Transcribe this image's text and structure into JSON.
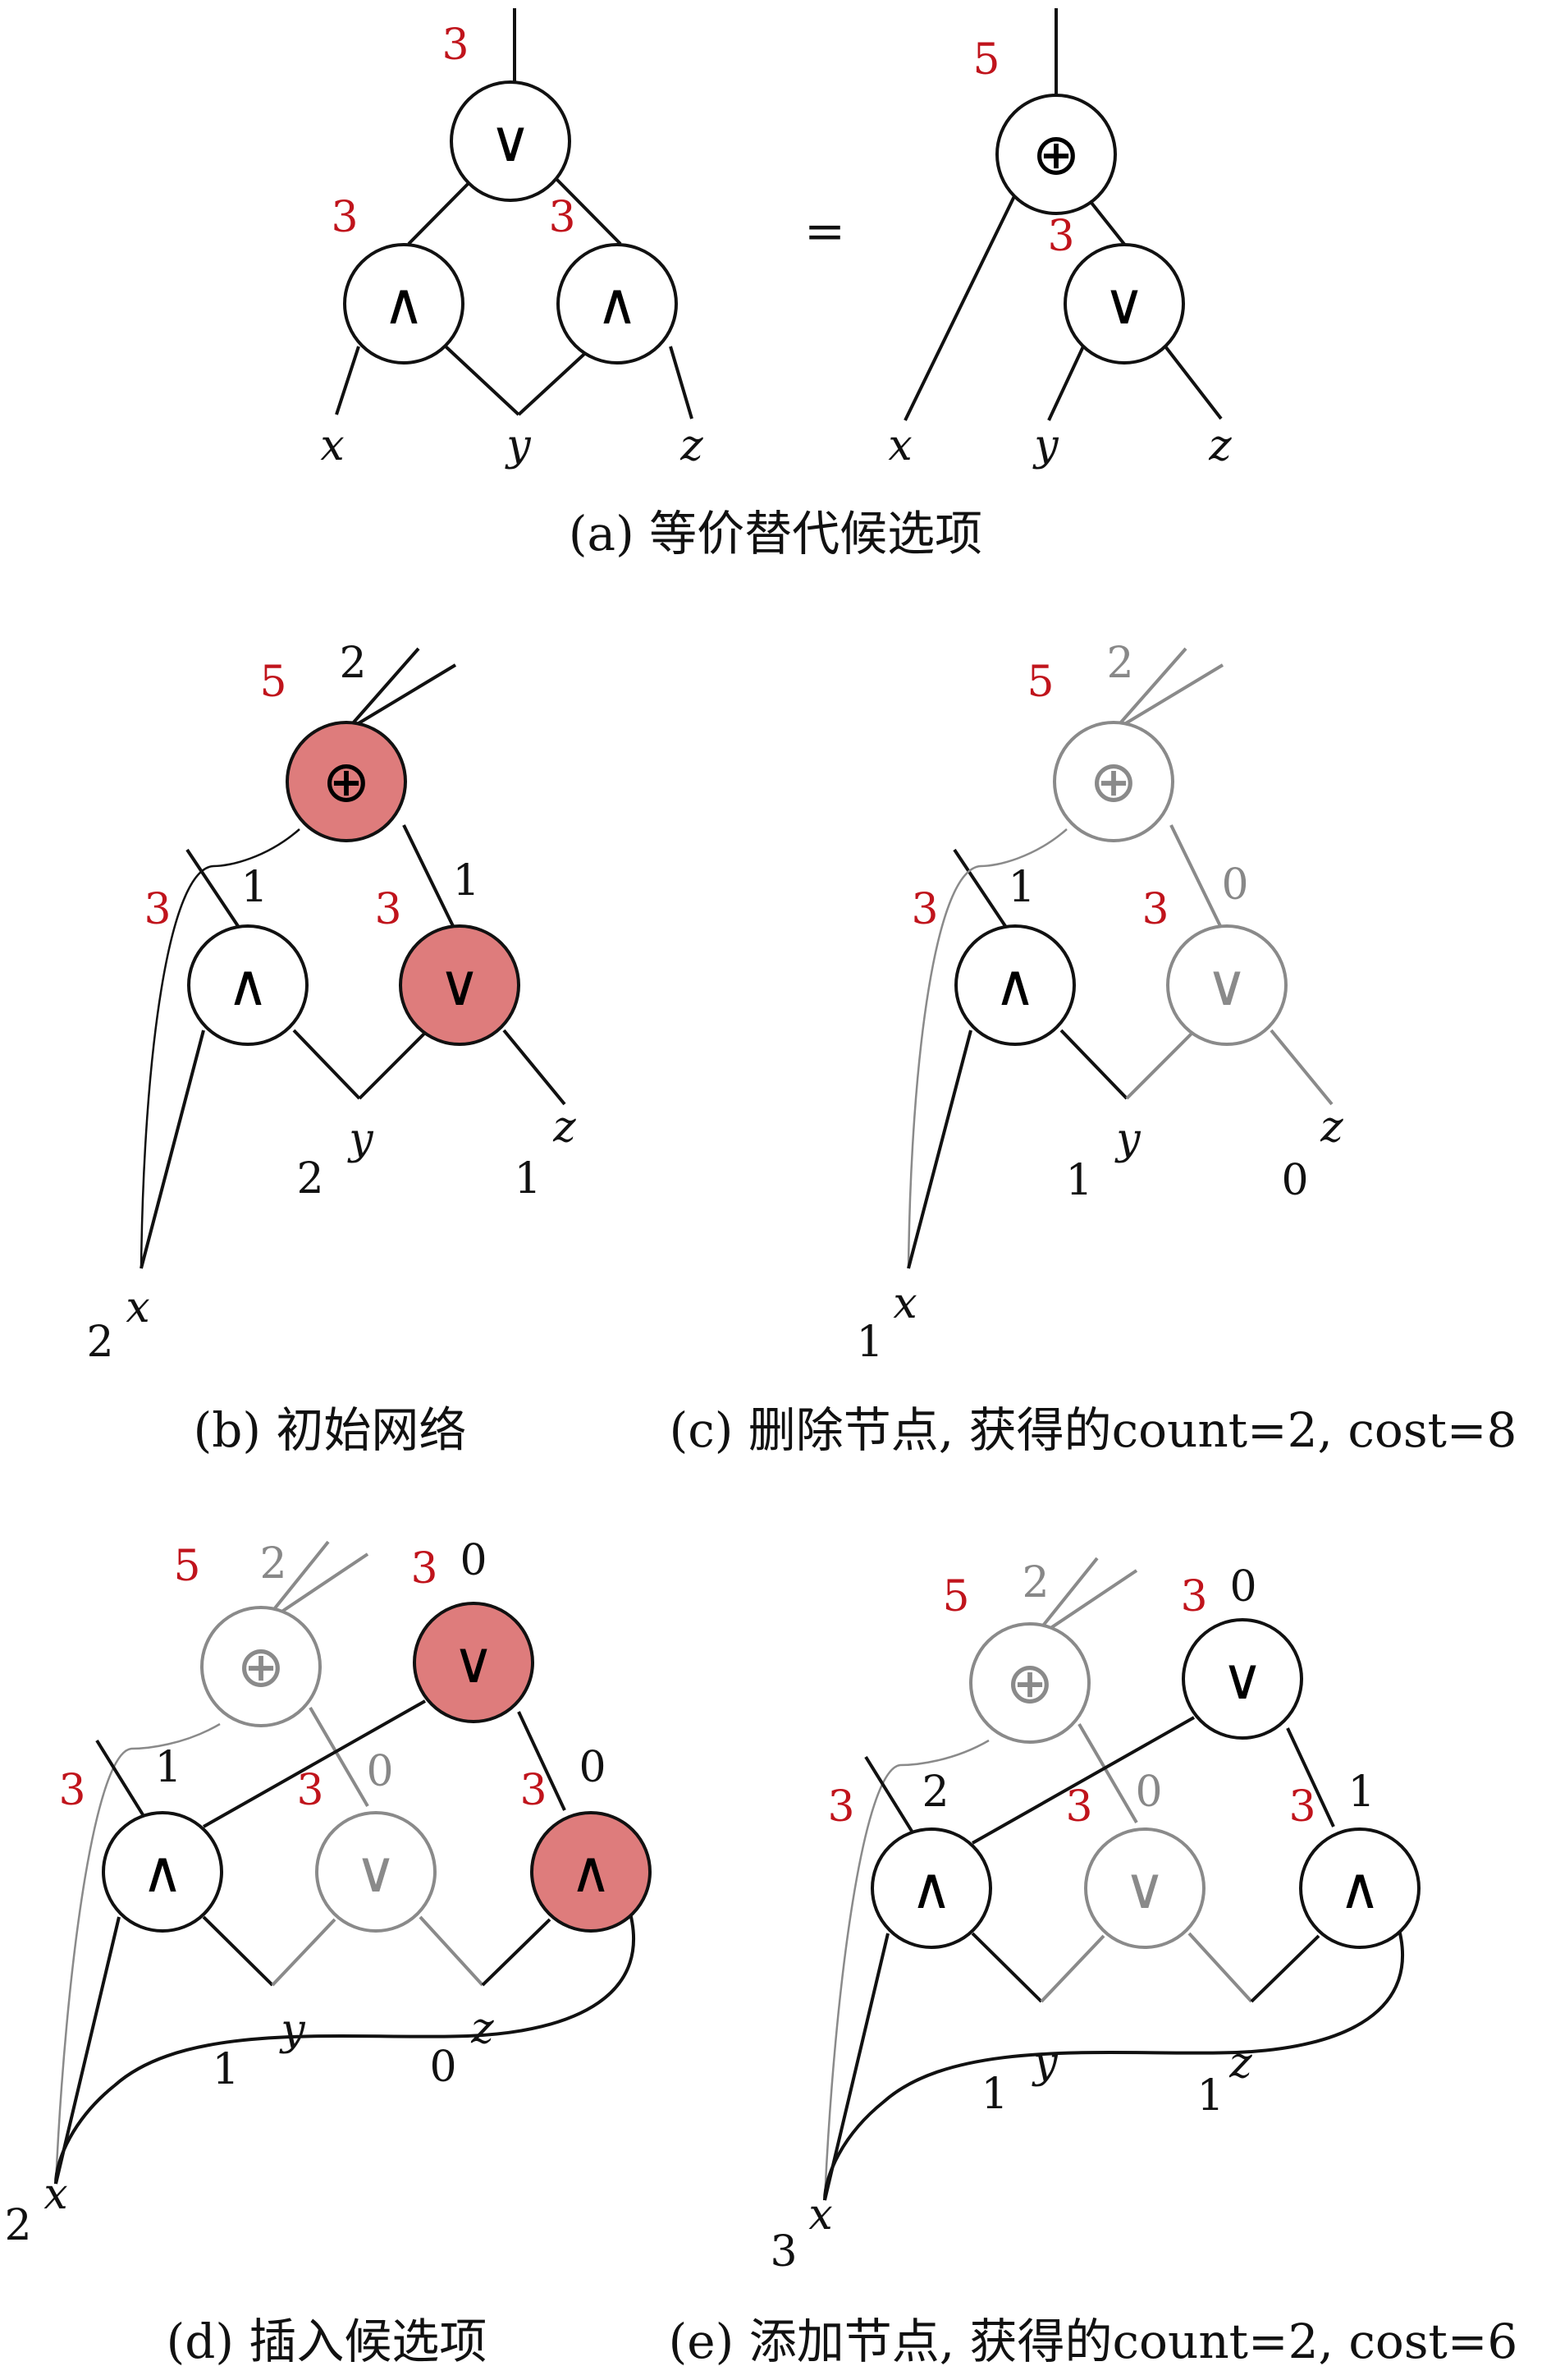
{
  "symbols": {
    "or": "∨",
    "and": "∧",
    "xor": "⊕"
  },
  "colors": {
    "label_red": "#c0141c",
    "highlight": "#de7c7c",
    "faded": "#8a8a8a"
  },
  "equals": "=",
  "panel_a": {
    "caption": "(a) 等价替代候选项",
    "left": {
      "root_label": "3",
      "and1_label": "3",
      "and2_label": "3",
      "vars": [
        "x",
        "y",
        "z"
      ]
    },
    "right": {
      "root_label": "5",
      "or_label": "3",
      "vars": [
        "x",
        "y",
        "z"
      ]
    }
  },
  "panel_b": {
    "caption": "(b) 初始网络",
    "xor_red": "5",
    "xor_count": "2",
    "and_red": "3",
    "and_count": "1",
    "or_red": "3",
    "or_count": "1",
    "vars": [
      "x",
      "y",
      "z"
    ],
    "var_counts": [
      "2",
      "2",
      "1"
    ]
  },
  "panel_c": {
    "caption": "(c) 删除节点, 获得的count=2, cost=8",
    "xor_red": "5",
    "xor_count": "2",
    "and_red": "3",
    "and_count": "1",
    "or_red": "3",
    "or_count": "0",
    "vars": [
      "x",
      "y",
      "z"
    ],
    "var_counts": [
      "1",
      "1",
      "0"
    ]
  },
  "panel_d": {
    "caption": "(d) 插入候选项",
    "xor_red": "5",
    "xor_count": "2",
    "new_or_red": "3",
    "new_or_count": "0",
    "and_red": "3",
    "and_count": "1",
    "or_red": "3",
    "or_count": "0",
    "new_and_red": "3",
    "new_and_count": "0",
    "vars": [
      "x",
      "y",
      "z"
    ],
    "var_counts": [
      "2",
      "1",
      "0"
    ]
  },
  "panel_e": {
    "caption": "(e) 添加节点, 获得的count=2, cost=6",
    "xor_red": "5",
    "xor_count": "2",
    "new_or_red": "3",
    "new_or_count": "0",
    "and_red": "3",
    "and_count": "2",
    "or_red": "3",
    "or_count": "0",
    "new_and_red": "3",
    "new_and_count": "1",
    "vars": [
      "x",
      "y",
      "z"
    ],
    "var_counts": [
      "3",
      "1",
      "1"
    ]
  }
}
